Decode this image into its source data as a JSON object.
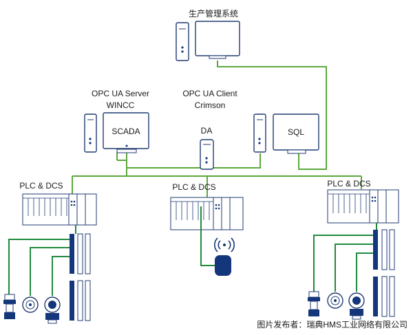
{
  "labels": {
    "management_system": "生产管理系统",
    "opc_ua_server": "OPC UA Server",
    "wincc": "WINCC",
    "opc_ua_client": "OPC UA Client",
    "crimson": "Crimson",
    "scada": "SCADA",
    "da": "DA",
    "sql": "SQL",
    "plc_dcs_left": "PLC & DCS",
    "plc_dcs_center": "PLC & DCS",
    "plc_dcs_right": "PLC & DCS",
    "watermark": "图片发布者：瑞典HMS工业网络有限公司"
  },
  "colors": {
    "network_line": "#5aa83a",
    "field_line": "#1e8a3c",
    "device_outline": "#1f3a70",
    "navy_fill": "#14367a"
  }
}
